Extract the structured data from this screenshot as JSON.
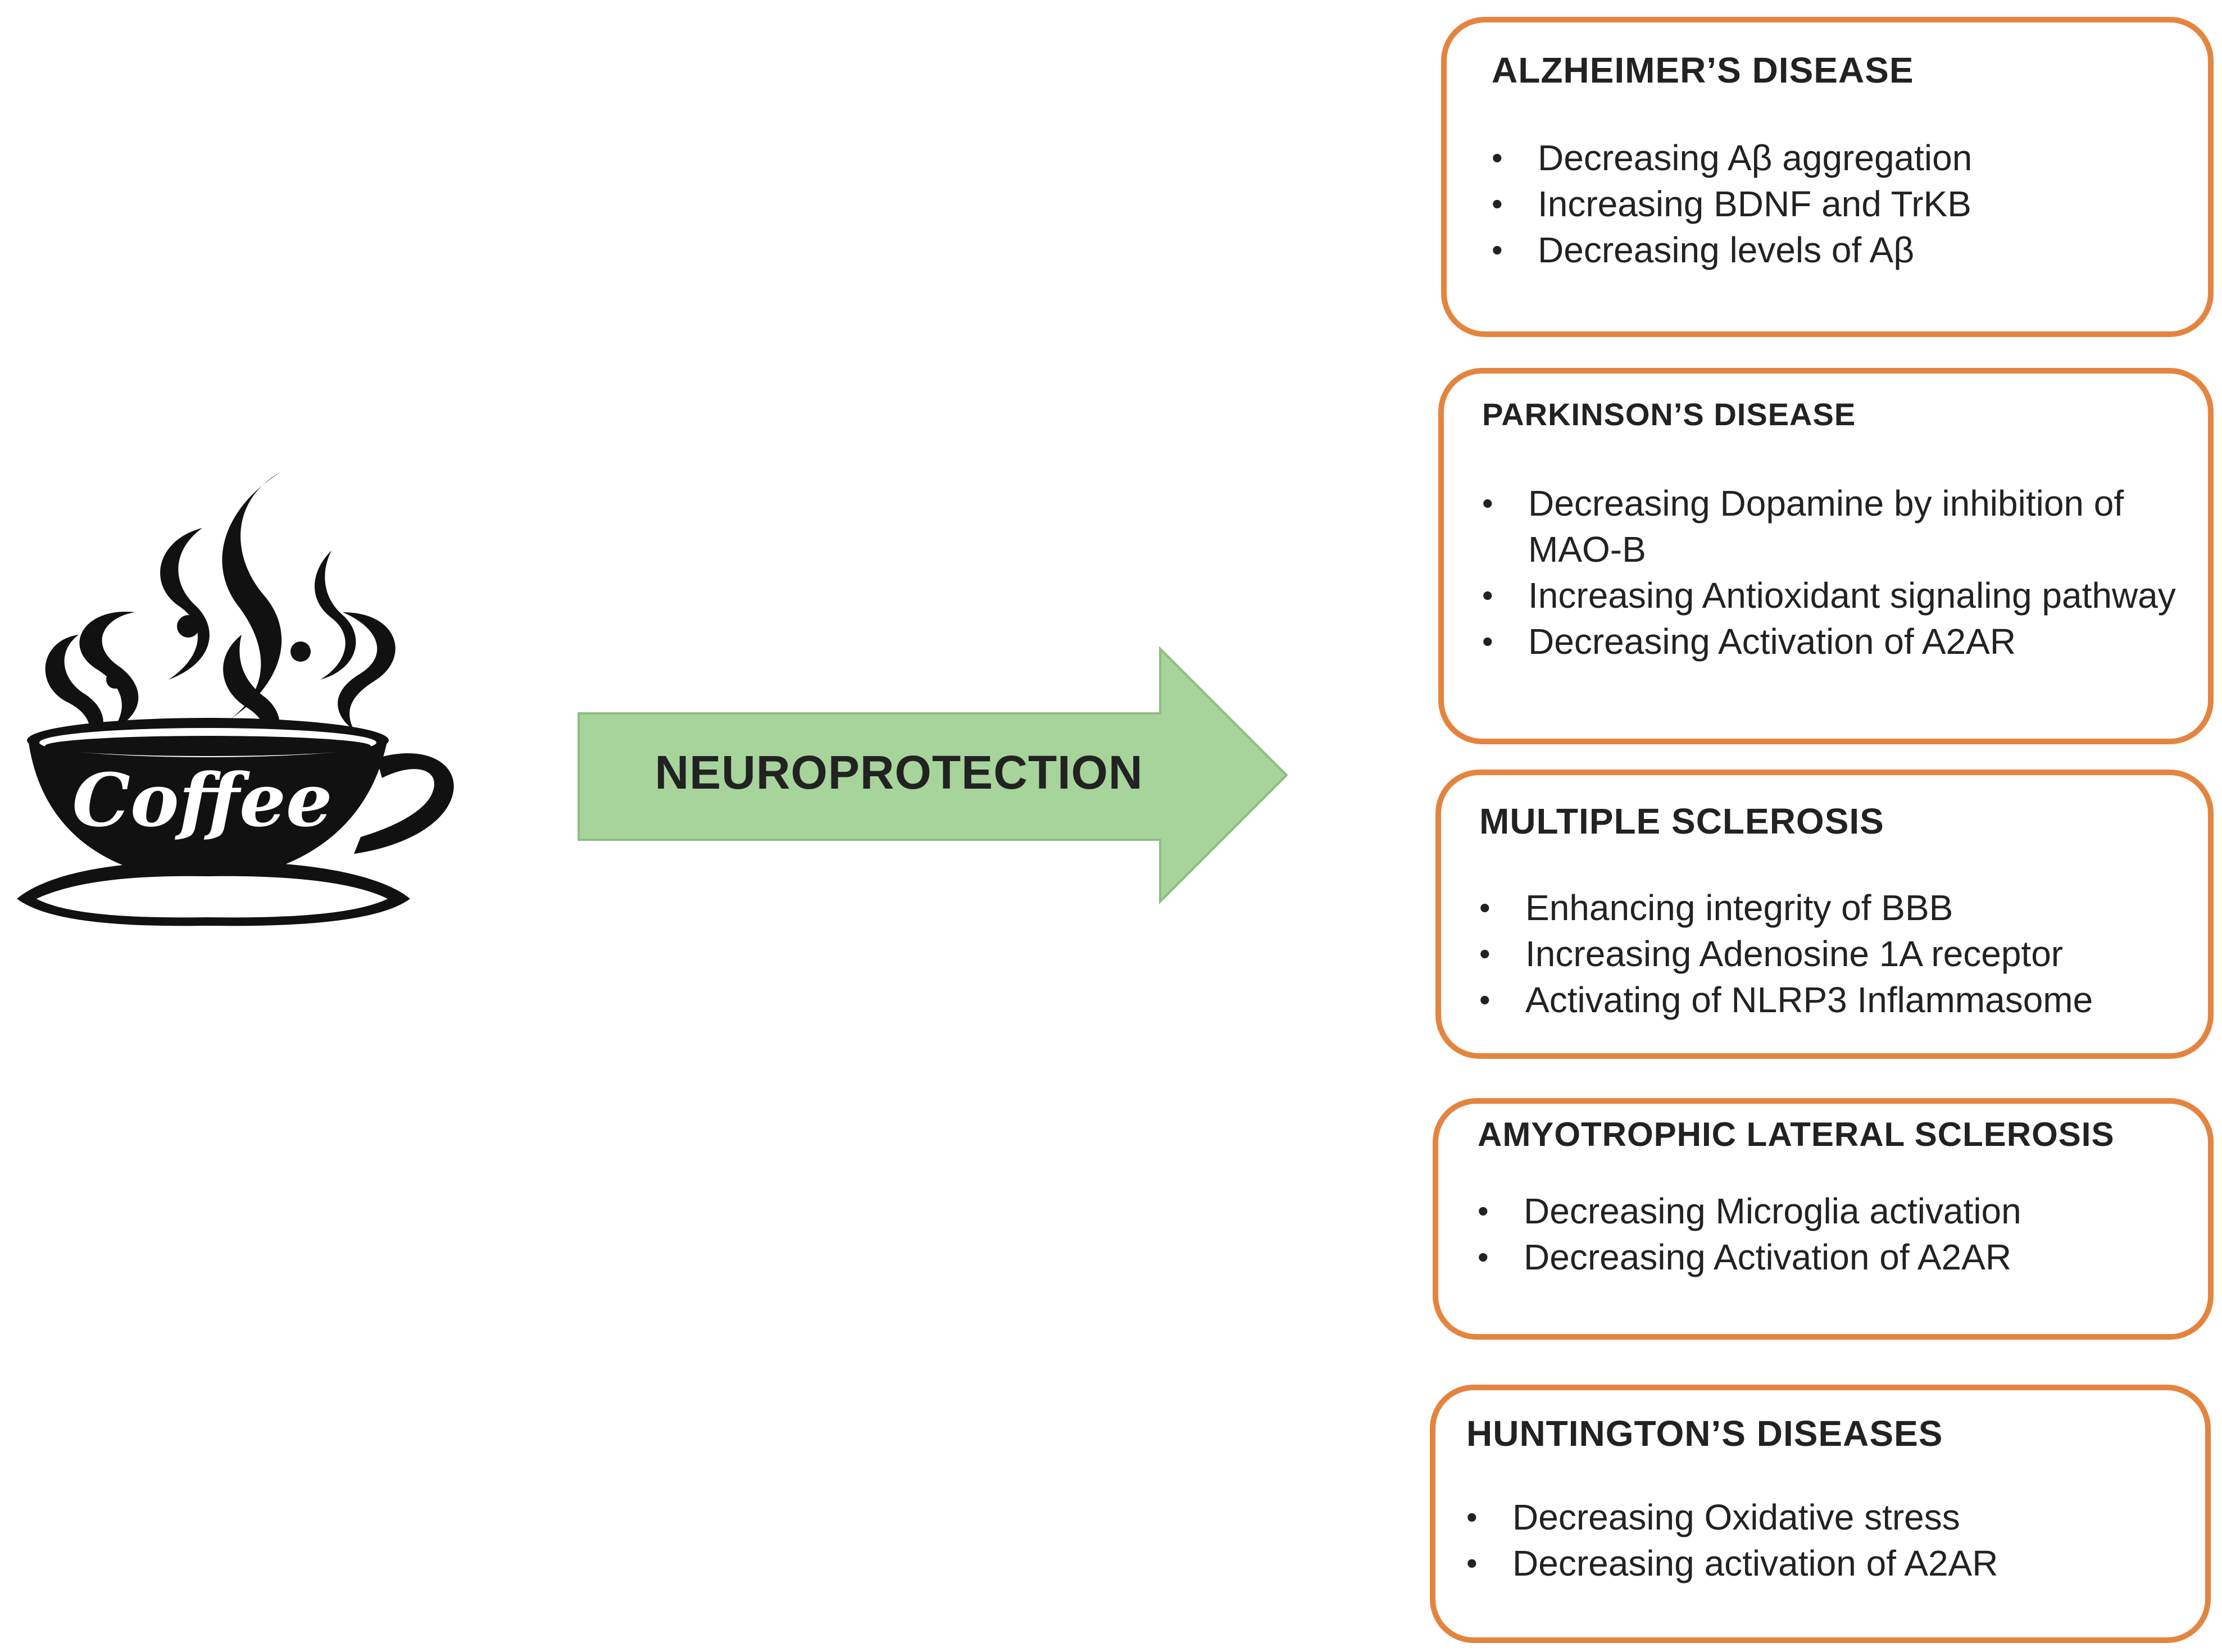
{
  "arrow": {
    "label": "NEUROPROTECTION",
    "fill_color": "#a7d49a",
    "stroke_color": "#8dbf80"
  },
  "coffee": {
    "cup_text": "Coffee",
    "icon": "coffee-cup-icon",
    "color": "#111111"
  },
  "boxes": [
    {
      "title": "ALZHEIMER’S DISEASE",
      "items": [
        "Decreasing Aβ aggregation",
        "Increasing BDNF and TrKB",
        "Decreasing levels of Aβ"
      ]
    },
    {
      "title": "PARKINSON’S DISEASE",
      "items": [
        "Decreasing Dopamine by inhibition of MAO-B",
        "Increasing Antioxidant signaling pathway",
        "Decreasing Activation of A2AR"
      ]
    },
    {
      "title": "MULTIPLE  SCLEROSIS",
      "items": [
        "Enhancing integrity of BBB",
        "Increasing Adenosine 1A receptor",
        "Activating of NLRP3 Inflammasome"
      ]
    },
    {
      "title": "AMYOTROPHIC LATERAL SCLEROSIS",
      "items": [
        "Decreasing Microglia activation",
        "Decreasing Activation of A2AR"
      ]
    },
    {
      "title": "HUNTINGTON’S DISEASES",
      "items": [
        "Decreasing Oxidative stress",
        "Decreasing activation of A2AR"
      ]
    }
  ],
  "colors": {
    "box_border": "#e4843f",
    "text": "#222222"
  }
}
